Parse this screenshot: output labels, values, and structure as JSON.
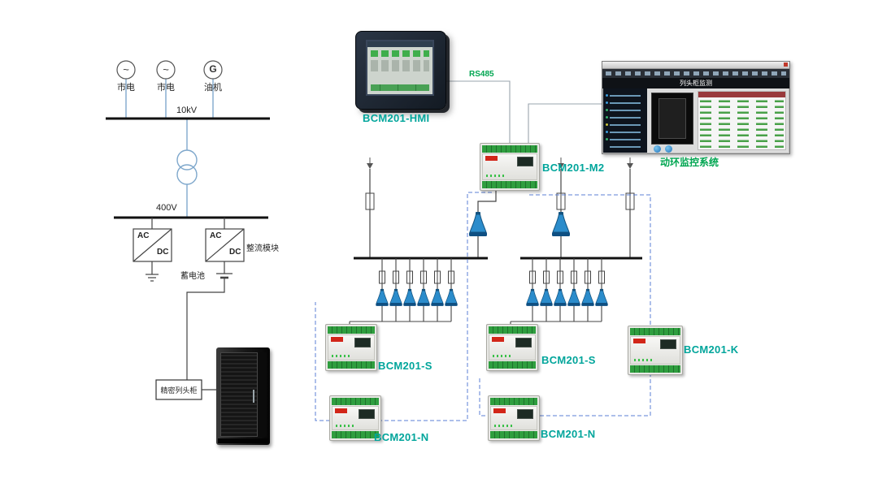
{
  "colors": {
    "accent_teal": "#00A59B",
    "accent_green": "#00A651",
    "feeder_blue": "#7fa8cc",
    "comm_dash_blue": "#5b7fd4",
    "ct_sensor_blue": "#2b8ccb"
  },
  "left": {
    "source1": {
      "symbol": "~",
      "label": "市电"
    },
    "source2": {
      "symbol": "~",
      "label": "市电"
    },
    "source3": {
      "symbol": "G",
      "label": "油机"
    },
    "hv_label": "10kV",
    "lv_label": "400V",
    "rect1": {
      "ac": "AC",
      "dc": "DC"
    },
    "rect2": {
      "ac": "AC",
      "dc": "DC"
    },
    "rectifier_label": "整流模块",
    "battery_label": "蓄电池",
    "row_cabinet_label": "精密列头柜"
  },
  "right": {
    "hmi_label": "BCM201-HMI",
    "bus_label": "RS485",
    "m2_label": "BCM201-M2",
    "scada_label": "动环监控系统",
    "scada_title": "列头柜监测",
    "s1_label": "BCM201-S",
    "s2_label": "BCM201-S",
    "k_label": "BCM201-K",
    "n1_label": "BCM201-N",
    "n2_label": "BCM201-N"
  }
}
